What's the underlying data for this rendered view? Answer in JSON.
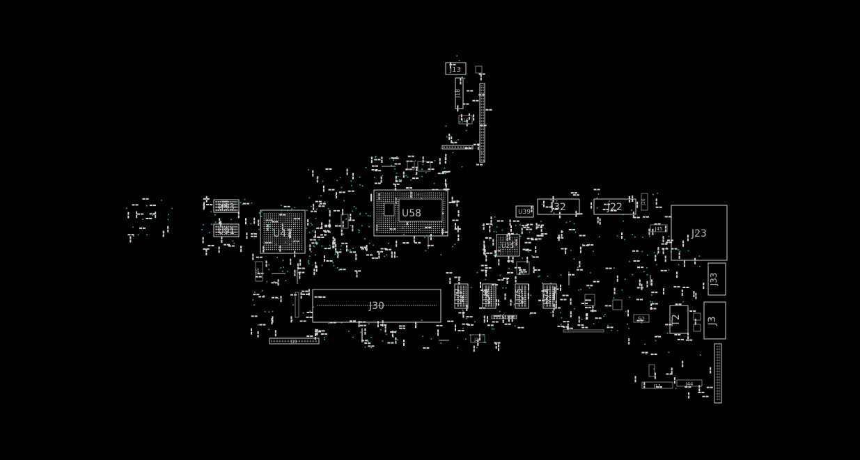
{
  "board": {
    "colors": {
      "background": "#000000",
      "outline": "#cfcfcf",
      "via": "#1fa3a3"
    },
    "labels": {
      "u58": "U58",
      "u47": "U47",
      "u93": "U93",
      "u91": "U91",
      "j30": "J30",
      "j32": "J32",
      "j22": "J22",
      "j23": "J23",
      "j33": "J33",
      "j3": "J3",
      "t2": "T2",
      "j13": "J13",
      "j18": "J18",
      "u39": "U39",
      "u25": "U25",
      "u77": "U77",
      "u76": "U76",
      "u75": "U75",
      "u74": "U74",
      "j45": "J45",
      "s2": "S2",
      "j11": "J11",
      "j44": "J44",
      "j16": "J16",
      "j15": "J15",
      "j20": "J20",
      "j26": "J26",
      "j19": "J19"
    }
  }
}
